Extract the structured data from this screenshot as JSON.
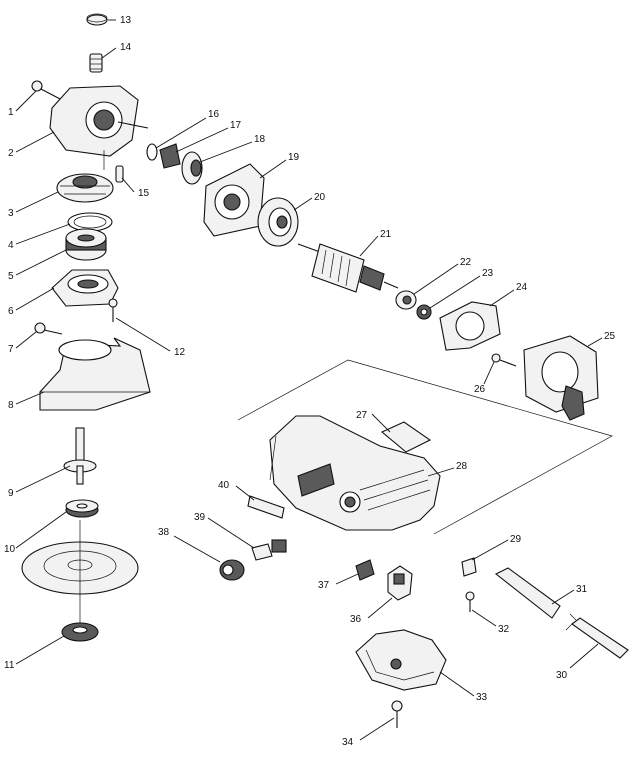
{
  "diagram": {
    "callouts": [
      "1",
      "2",
      "3",
      "4",
      "5",
      "6",
      "7",
      "8",
      "9",
      "10",
      "11",
      "12",
      "13",
      "14",
      "15",
      "16",
      "17",
      "18",
      "19",
      "20",
      "21",
      "22",
      "23",
      "24",
      "25",
      "26",
      "27",
      "28",
      "29",
      "30",
      "31",
      "32",
      "33",
      "34",
      "36",
      "37",
      "38",
      "39",
      "40"
    ]
  }
}
